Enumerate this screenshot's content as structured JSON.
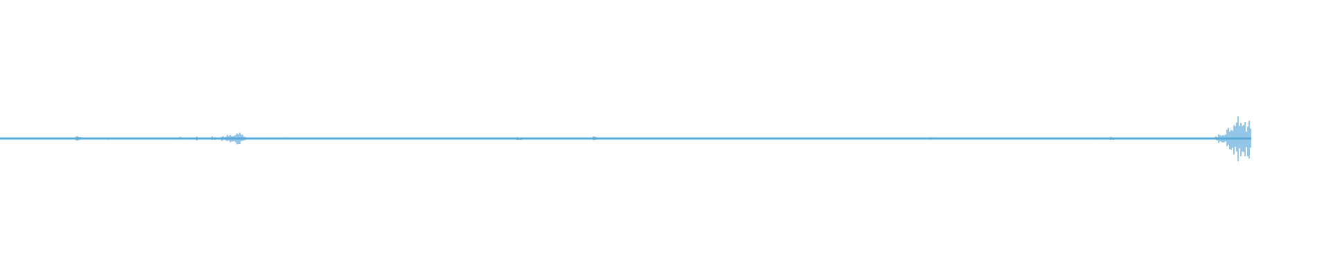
{
  "waveform": {
    "color": "#5aa7da",
    "background": "#ffffff",
    "played_fraction": 0.94,
    "bursts": [
      {
        "position": 0.058,
        "level": 0.1
      },
      {
        "position": 0.082,
        "level": 0.06
      },
      {
        "position": 0.135,
        "level": 0.08
      },
      {
        "position": 0.148,
        "level": 0.07
      },
      {
        "position": 0.16,
        "level": 0.09
      },
      {
        "position": 0.168,
        "level": 0.1
      },
      {
        "position": 0.173,
        "level": 0.18
      },
      {
        "position": 0.179,
        "level": 0.25
      },
      {
        "position": 0.184,
        "level": 0.12
      },
      {
        "position": 0.215,
        "level": 0.06
      },
      {
        "position": 0.39,
        "level": 0.09
      },
      {
        "position": 0.447,
        "level": 0.08
      },
      {
        "position": 0.7,
        "level": 0.06
      },
      {
        "position": 0.835,
        "level": 0.09
      },
      {
        "position": 0.916,
        "level": 0.14
      },
      {
        "position": 0.921,
        "level": 0.25
      },
      {
        "position": 0.926,
        "level": 0.42
      },
      {
        "position": 0.93,
        "level": 0.9
      },
      {
        "position": 0.934,
        "level": 0.55
      },
      {
        "position": 0.938,
        "level": 0.65
      },
      {
        "position": 0.942,
        "level": 0.85
      }
    ]
  }
}
